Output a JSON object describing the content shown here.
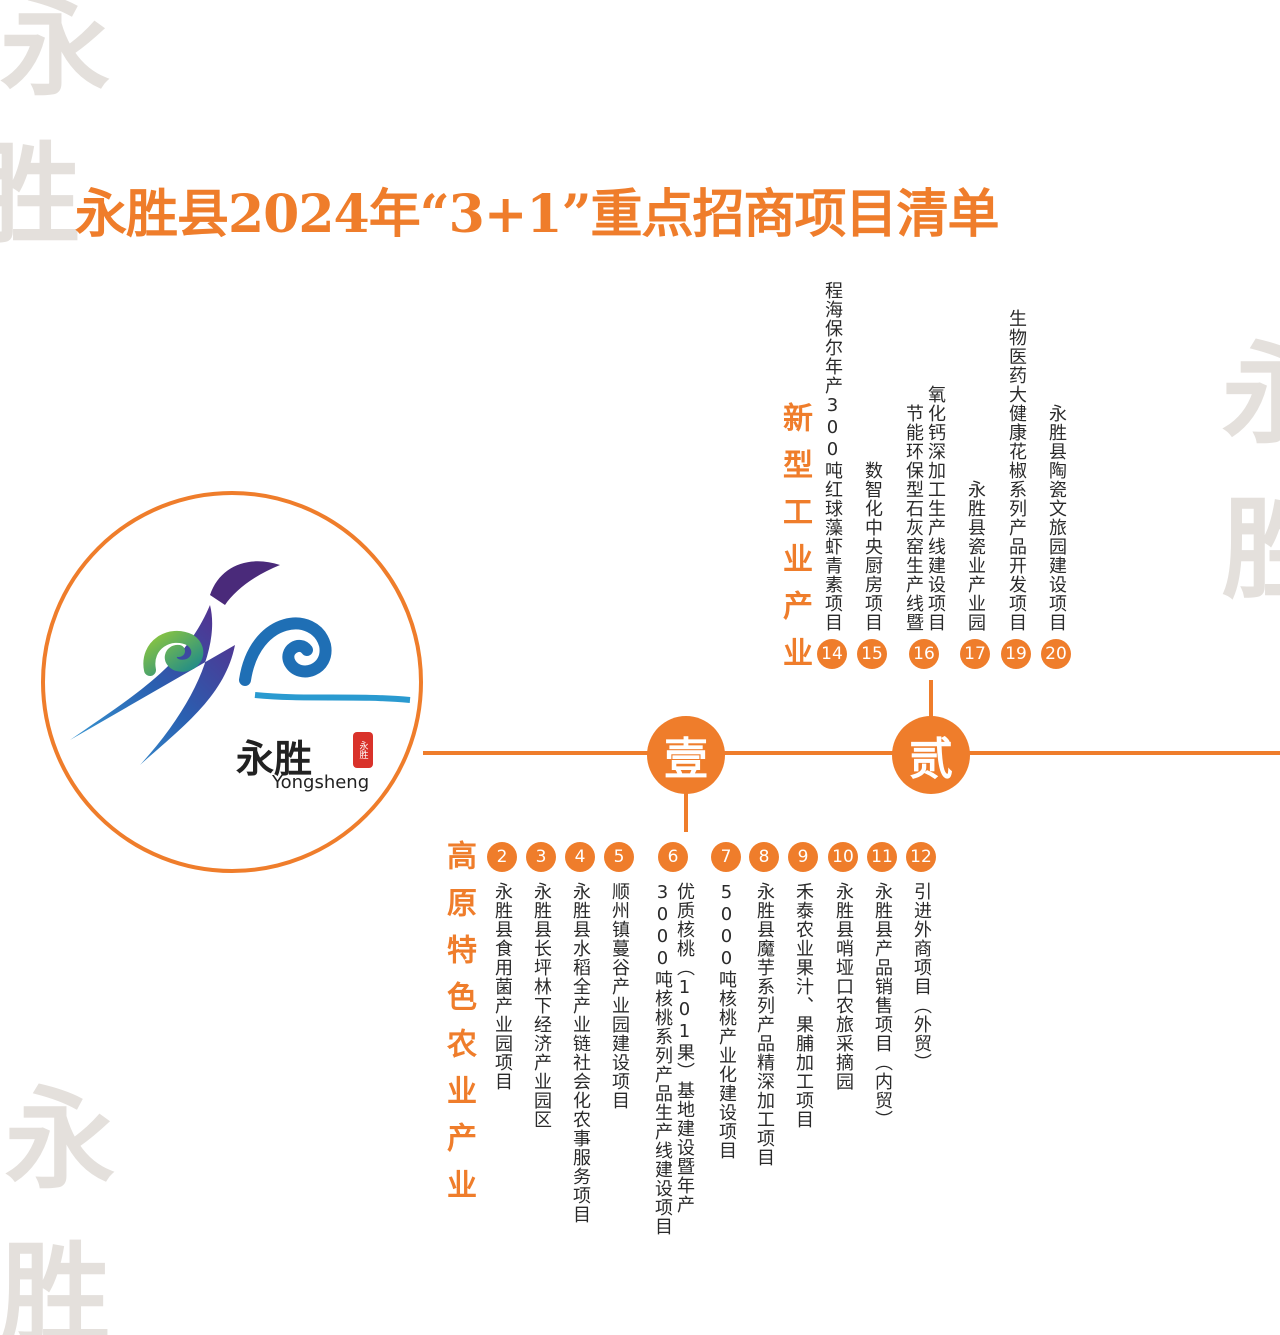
{
  "title": "永胜县2024年“3+1”重点招商项目清单",
  "watermark": "永胜",
  "colors": {
    "accent": "#ef7d2b",
    "watermark": "#e4e0dc"
  },
  "logo": {
    "brand_cn": "永胜",
    "brand_en": "Yongsheng",
    "seal": "永胜"
  },
  "sections": {
    "one": {
      "marker": "壹",
      "category": "高原特色农业产业"
    },
    "two": {
      "marker": "贰",
      "category": "新型工业产业"
    }
  },
  "agri_items": [
    {
      "num": "2",
      "lines": [
        "永胜县食用菌产业园项目"
      ]
    },
    {
      "num": "3",
      "lines": [
        "永胜县长坪林下经济产业园区"
      ]
    },
    {
      "num": "4",
      "lines": [
        "永胜县水稻全产业链社会化农事服务项目"
      ]
    },
    {
      "num": "5",
      "lines": [
        "顺州镇蔓谷产业园建设项目"
      ]
    },
    {
      "num": "6",
      "lines": [
        "3000吨核桃系列产品生产线建设项目",
        "优质核桃（101果）基地建设暨年产"
      ]
    },
    {
      "num": "7",
      "lines": [
        "5000吨核桃产业化建设项目"
      ]
    },
    {
      "num": "8",
      "lines": [
        "永胜县魔芋系列产品精深加工项目"
      ]
    },
    {
      "num": "9",
      "lines": [
        "禾泰农业果汁、果脯加工项目"
      ]
    },
    {
      "num": "10",
      "lines": [
        "永胜县哨垭口农旅采摘园"
      ]
    },
    {
      "num": "11",
      "lines": [
        "永胜县产品销售项目（内贸）"
      ]
    },
    {
      "num": "12",
      "lines": [
        "引进外商项目（外贸）"
      ]
    }
  ],
  "industry_items": [
    {
      "num": "14",
      "lines": [
        "程海保尔年产300吨红球藻虾青素项目"
      ]
    },
    {
      "num": "15",
      "lines": [
        "数智化中央厨房项目"
      ]
    },
    {
      "num": "16",
      "lines": [
        "节能环保型石灰窑生产线暨",
        "氧化钙深加工生产线建设项目"
      ]
    },
    {
      "num": "17",
      "lines": [
        "永胜县瓷业产业园"
      ]
    },
    {
      "num": "19",
      "lines": [
        "生物医药大健康花椒系列产品开发项目"
      ]
    },
    {
      "num": "20",
      "lines": [
        "永胜县陶瓷文旅园建设项目"
      ]
    }
  ]
}
